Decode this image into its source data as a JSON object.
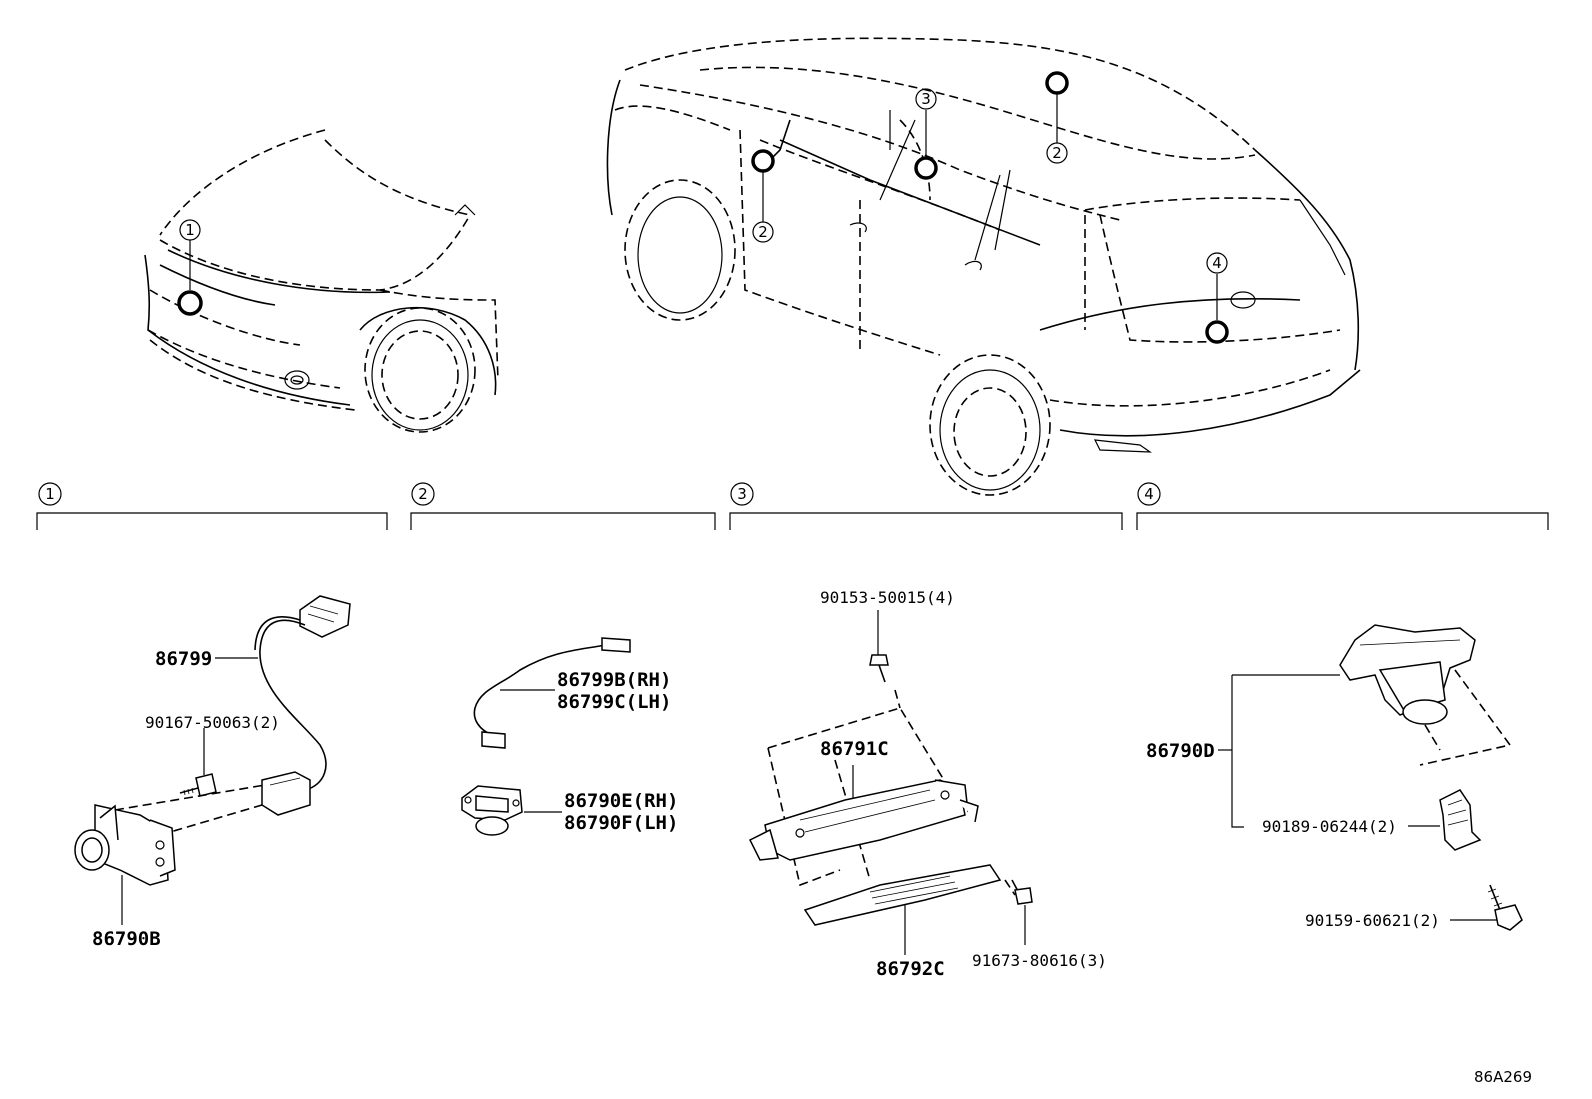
{
  "callouts": {
    "c1": "1",
    "c2": "2",
    "c3": "3",
    "c4": "4"
  },
  "sections": [
    {
      "num": "1"
    },
    {
      "num": "2"
    },
    {
      "num": "3"
    },
    {
      "num": "4"
    }
  ],
  "parts": {
    "p86799": "86799",
    "p90167": "90167-50063(2)",
    "p86790B": "86790B",
    "p86799B": "86799B(RH)",
    "p86799C": "86799C(LH)",
    "p86790E": "86790E(RH)",
    "p86790F": "86790F(LH)",
    "p90153": "90153-50015(4)",
    "p86791C": "86791C",
    "p86792C": "86792C",
    "p91673": "91673-80616(3)",
    "p86790D": "86790D",
    "p90189": "90189-06244(2)",
    "p90159": "90159-60621(2)"
  },
  "diagram_code": "86A269"
}
